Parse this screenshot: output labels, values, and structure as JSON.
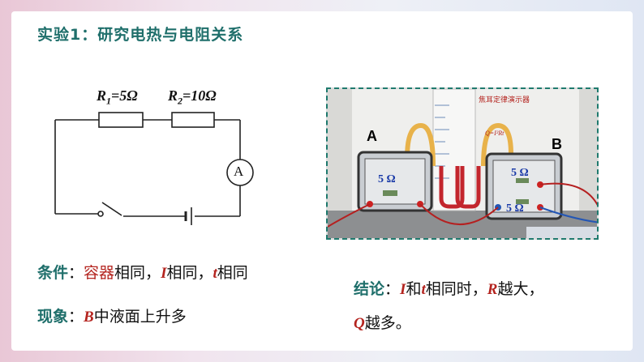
{
  "title": "实验1：研究电热与电阻关系",
  "circuit": {
    "r1_label": "R",
    "r1_sub": "1",
    "r1_value": "=5Ω",
    "r2_label": "R",
    "r2_sub": "2",
    "r2_value": "=10Ω",
    "ammeter": "A"
  },
  "photo": {
    "device_title": "焦耳定律演示器",
    "formula": "Q=I²Rt",
    "label_a": "A",
    "label_b": "B",
    "res_a": "5 Ω",
    "res_b1": "5 Ω",
    "res_b2": "5 Ω"
  },
  "condition": {
    "label": "条件",
    "colon": "：",
    "word": "容器",
    "part1": "相同，",
    "sym_i": "I",
    "part2": "相同，",
    "sym_t": "t",
    "part3": "相同"
  },
  "phenomenon": {
    "label": "现象",
    "colon": "：",
    "sym_b": "B",
    "text": "中液面上升多"
  },
  "conclusion": {
    "label": "结论",
    "colon": "：",
    "sym_i": "I",
    "and": "和",
    "sym_t": "t",
    "part1": "相同时，",
    "sym_r": "R",
    "part2": "越大，",
    "sym_q": "Q",
    "part3": "越多。"
  },
  "colors": {
    "accent_teal": "#1f6f6b",
    "accent_red": "#b4241f"
  }
}
